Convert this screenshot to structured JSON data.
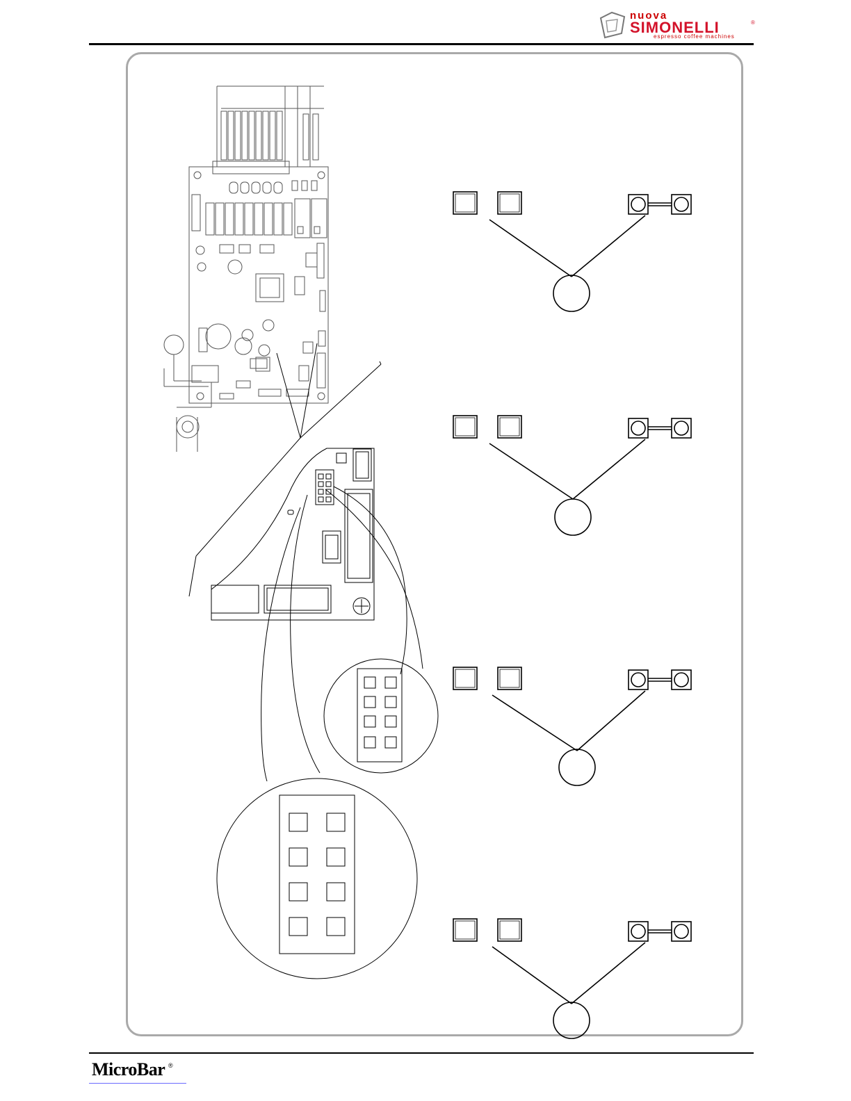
{
  "header": {
    "brand_prefix": "nuova",
    "brand_name": "SIMONELLI",
    "brand_registered": "®",
    "brand_tagline": "espresso coffee machines"
  },
  "footer": {
    "product_name": "MicroBar",
    "product_registered": "®"
  },
  "diagram": {
    "connector_detail_groups": 4,
    "zoom_connector_pins": 8
  },
  "colors": {
    "brand_red": "#d3122a",
    "frame_gray": "#a9a9a9",
    "line": "#000000",
    "board_outline": "#555555"
  }
}
